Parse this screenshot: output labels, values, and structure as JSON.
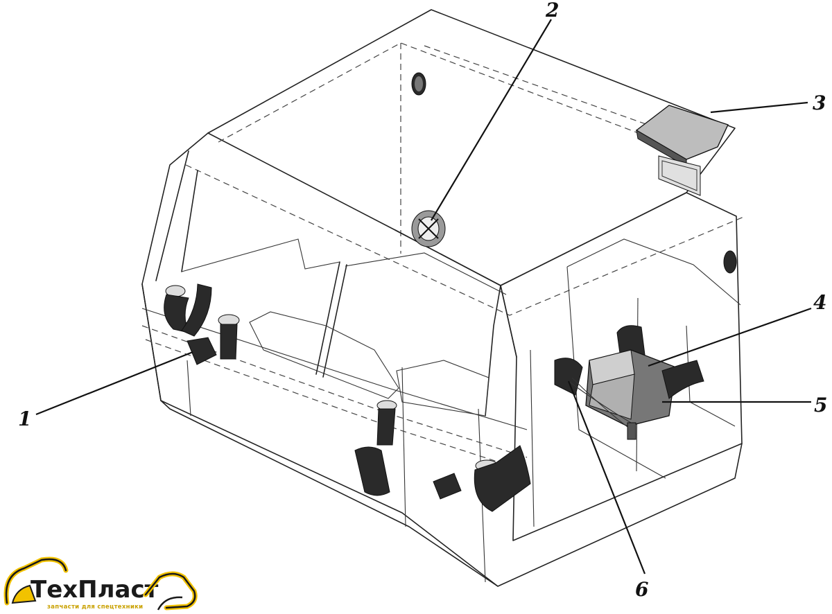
{
  "callouts": [
    {
      "id": "1",
      "label": "1"
    },
    {
      "id": "2",
      "label": "2"
    },
    {
      "id": "3",
      "label": "3"
    },
    {
      "id": "4",
      "label": "4"
    },
    {
      "id": "5",
      "label": "5"
    },
    {
      "id": "6",
      "label": "6"
    }
  ],
  "logo": {
    "name": "ТехПласт",
    "tagline": "запчасти для спецтехники",
    "colors": {
      "text": "#1a1a1a",
      "accent": "#f2c200",
      "tagline": "#c9a100"
    }
  },
  "colors": {
    "line": "#222222",
    "background": "#ffffff"
  }
}
